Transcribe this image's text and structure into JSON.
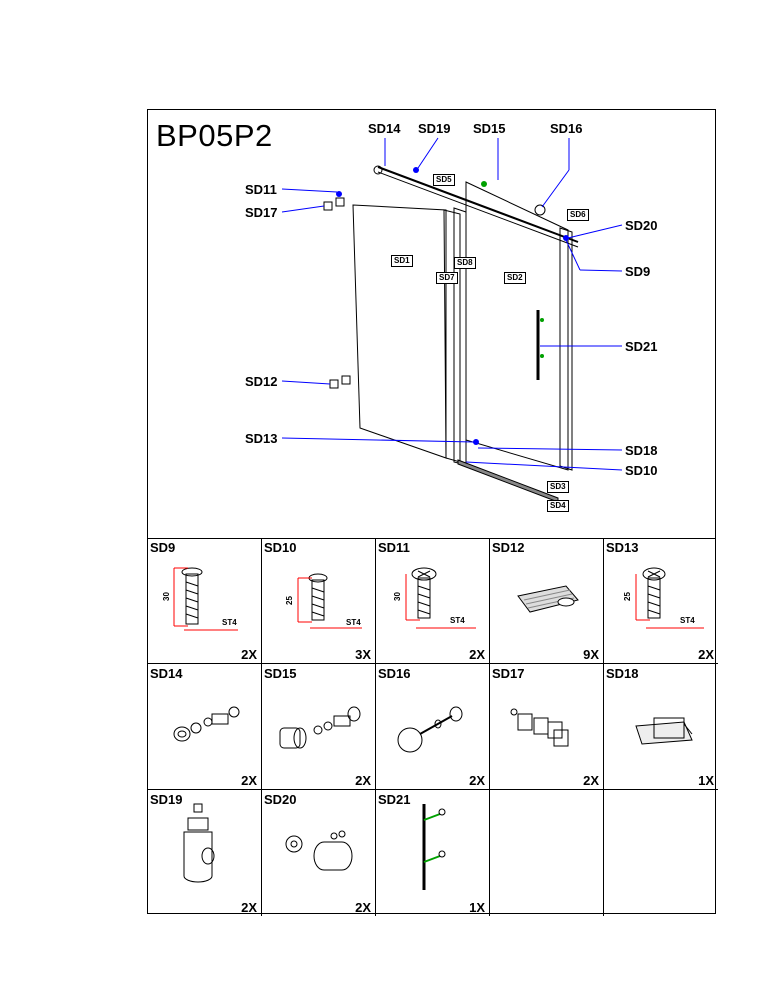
{
  "title": "BP05P2",
  "diagram_labels": {
    "SD14": "SD14",
    "SD19": "SD19",
    "SD15": "SD15",
    "SD16": "SD16",
    "SD11": "SD11",
    "SD17": "SD17",
    "SD20": "SD20",
    "SD9": "SD9",
    "SD21": "SD21",
    "SD12": "SD12",
    "SD13": "SD13",
    "SD18": "SD18",
    "SD10": "SD10"
  },
  "boxed_labels": {
    "SD5": "SD5",
    "SD6": "SD6",
    "SD1": "SD1",
    "SD8": "SD8",
    "SD7": "SD7",
    "SD2": "SD2",
    "SD3": "SD3",
    "SD4": "SD4"
  },
  "parts": [
    {
      "code": "SD9",
      "qty": "2X",
      "length": "30",
      "thread": "ST4"
    },
    {
      "code": "SD10",
      "qty": "3X",
      "length": "25",
      "thread": "ST4"
    },
    {
      "code": "SD11",
      "qty": "2X",
      "length": "30",
      "thread": "ST4"
    },
    {
      "code": "SD12",
      "qty": "9X"
    },
    {
      "code": "SD13",
      "qty": "2X",
      "length": "25",
      "thread": "ST4"
    },
    {
      "code": "SD14",
      "qty": "2X"
    },
    {
      "code": "SD15",
      "qty": "2X"
    },
    {
      "code": "SD16",
      "qty": "2X"
    },
    {
      "code": "SD17",
      "qty": "2X"
    },
    {
      "code": "SD18",
      "qty": "1X"
    },
    {
      "code": "SD19",
      "qty": "2X"
    },
    {
      "code": "SD20",
      "qty": "2X"
    },
    {
      "code": "SD21",
      "qty": "1X"
    },
    {
      "code": "",
      "qty": ""
    },
    {
      "code": "",
      "qty": ""
    }
  ],
  "accent_color": "#0000ff",
  "dimension_color": "#ff0000",
  "hardware_color": "#00a000"
}
